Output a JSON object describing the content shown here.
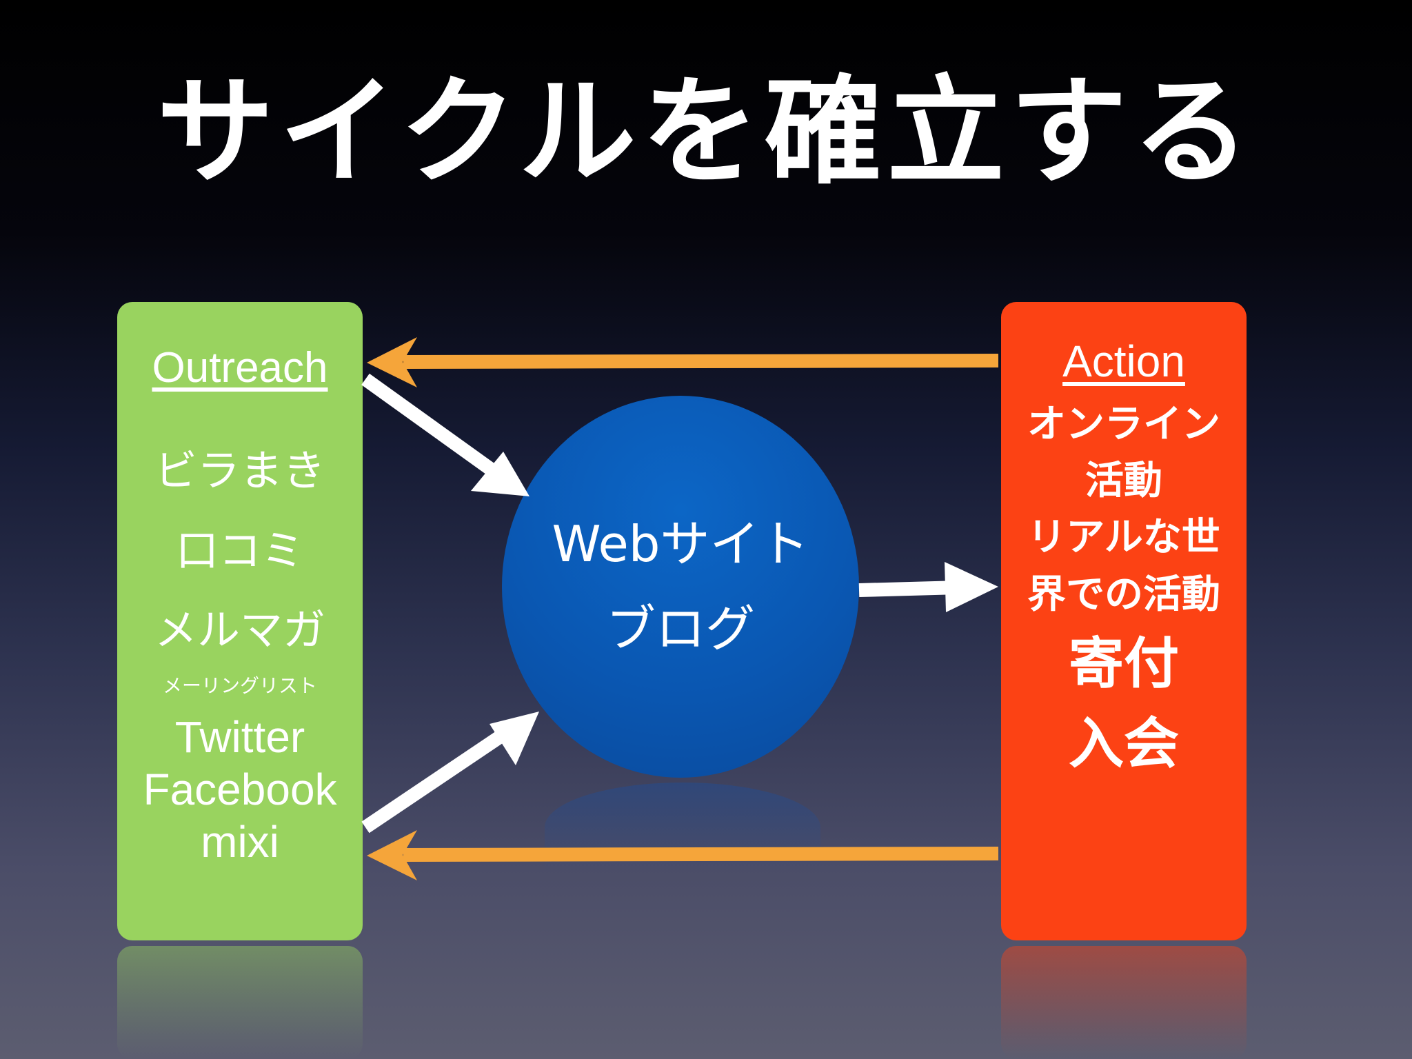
{
  "title": "サイクルを確立する",
  "outreach": {
    "heading": "Outreach",
    "items": [
      "ビラまき",
      "口コミ",
      "メルマガ",
      "メーリングリスト",
      "Twitter",
      "Facebook",
      "mixi"
    ]
  },
  "center": {
    "line1": "Webサイト",
    "line2": "ブログ"
  },
  "action": {
    "heading": "Action",
    "items": [
      "オンライン",
      "活動",
      "リアルな世",
      "界での活動",
      "寄付",
      "入会"
    ]
  },
  "colors": {
    "outreach_box": "#99d35f",
    "action_box": "#fc4214",
    "center_circle": "#0a57b2",
    "feedback_arrow": "#f5a53a",
    "flow_arrow": "#ffffff"
  }
}
